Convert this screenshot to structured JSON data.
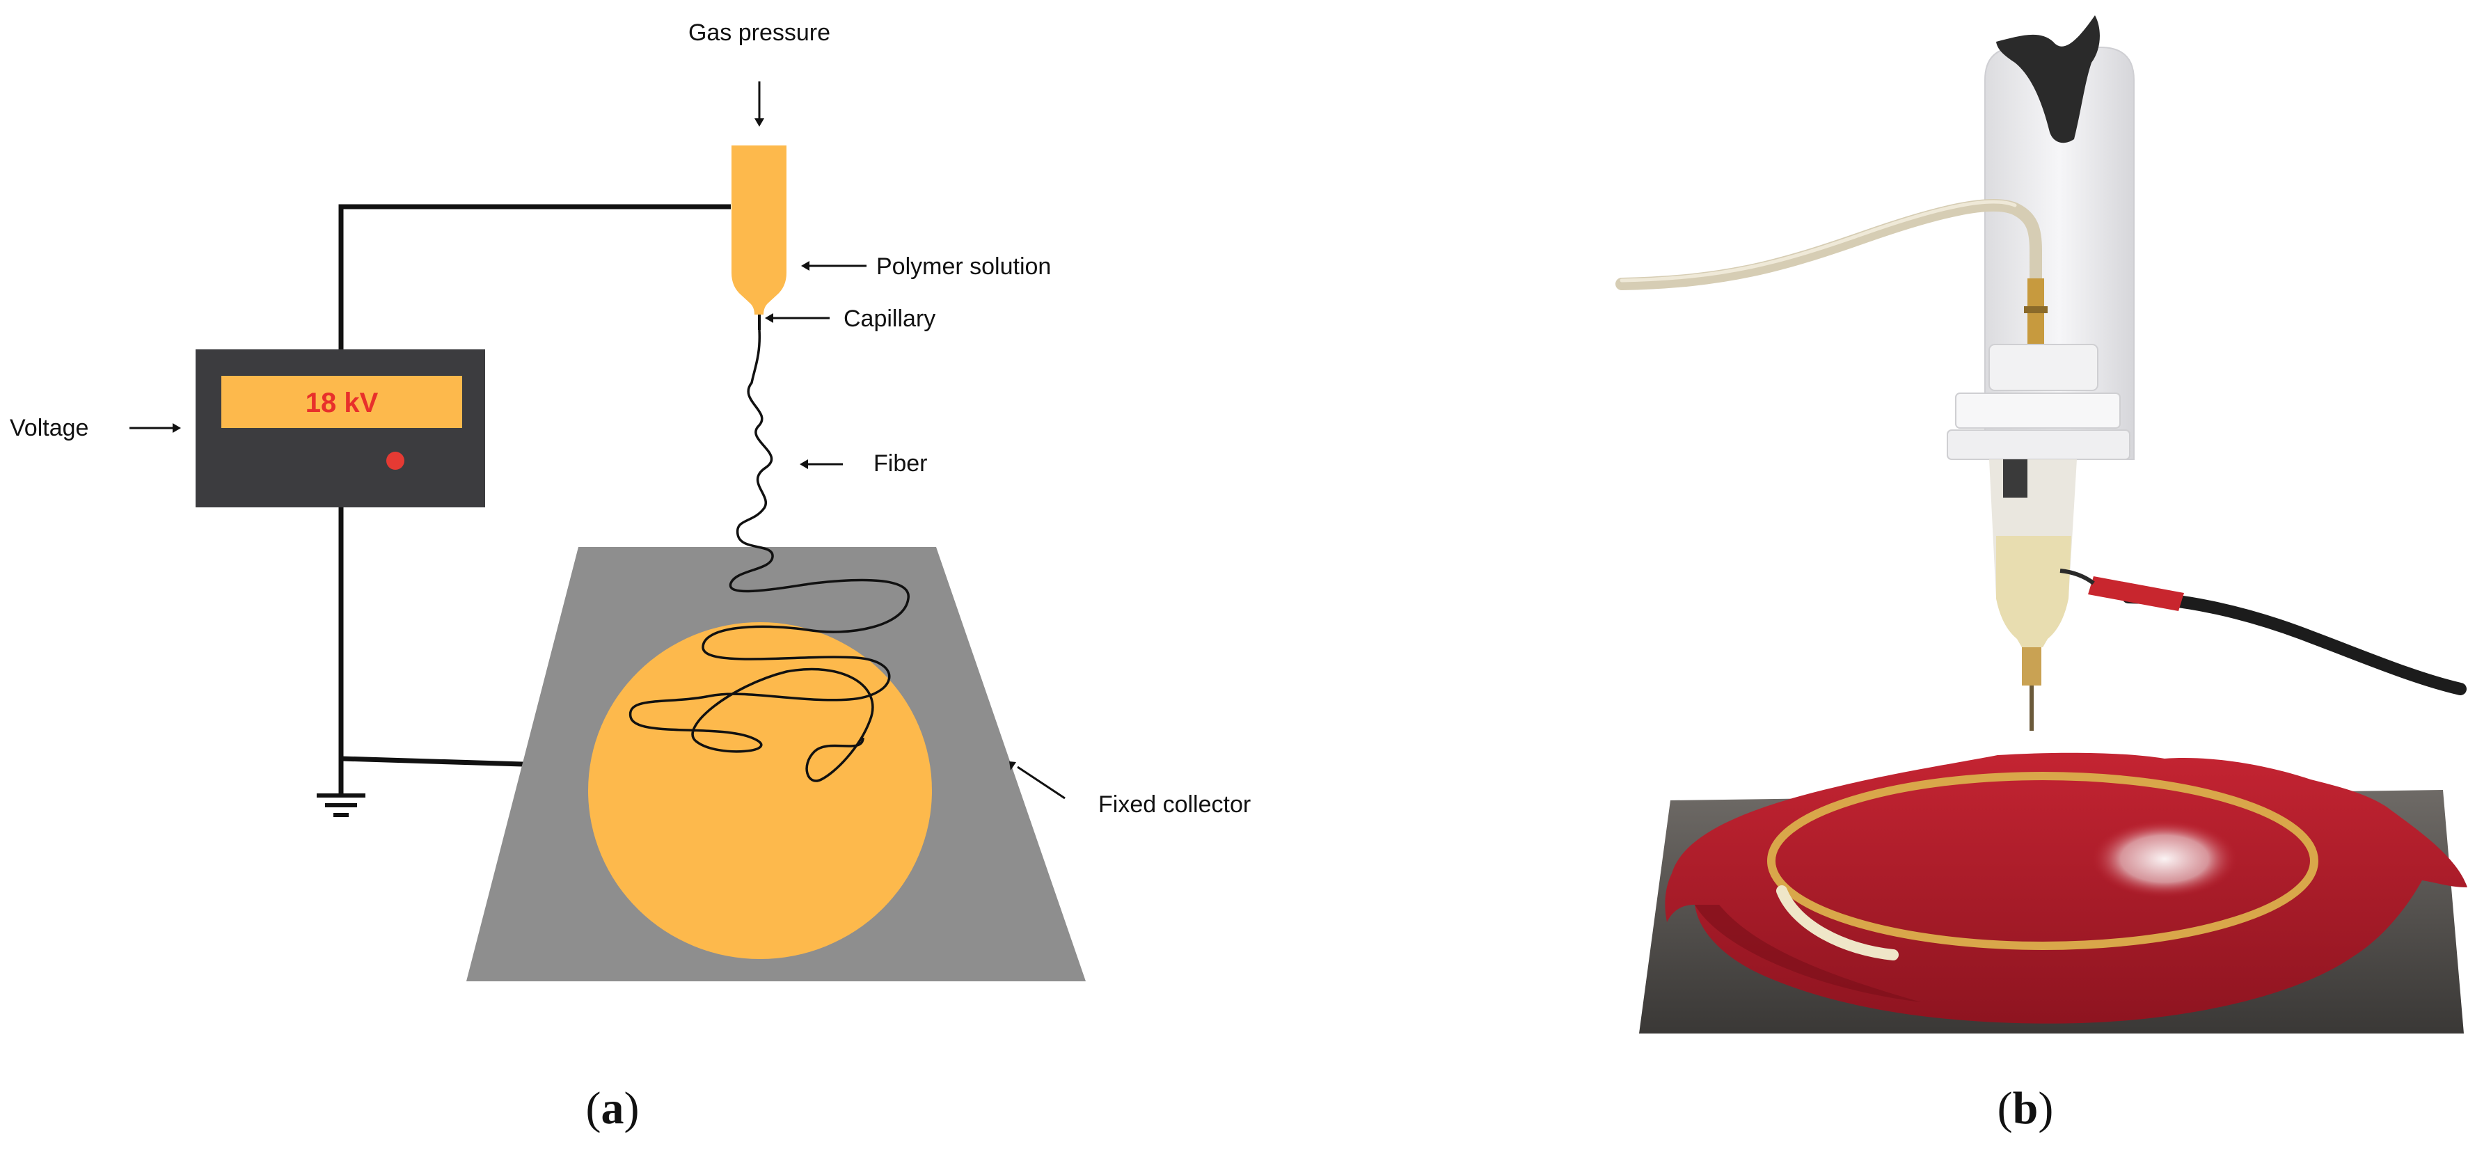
{
  "diagram_a": {
    "labels": {
      "gas_pressure": "Gas pressure",
      "polymer_solution": "Polymer solution",
      "capillary": "Capillary",
      "fiber": "Fiber",
      "voltage": "Voltage",
      "fixed_collector": "Fixed collector"
    },
    "voltage_display": "18 kV",
    "colors": {
      "orange": "#FDB94C",
      "dark_panel": "#3C3C3F",
      "collector_gray": "#8E8E8E",
      "display_text_red": "#E8302B",
      "indicator_red": "#E53A33",
      "wire": "#111111"
    }
  },
  "photo_b": {
    "colors": {
      "red_fabric": "#B81E2A",
      "hoop_gold": "#D9A74A",
      "holder": "#ECECEE",
      "cable_black": "#1C1C1C",
      "tube_beige": "#D6CDB4",
      "liquid": "#E8DDB0"
    }
  },
  "captions": {
    "a": "a",
    "b": "b",
    "open": "(",
    "close": ")"
  }
}
